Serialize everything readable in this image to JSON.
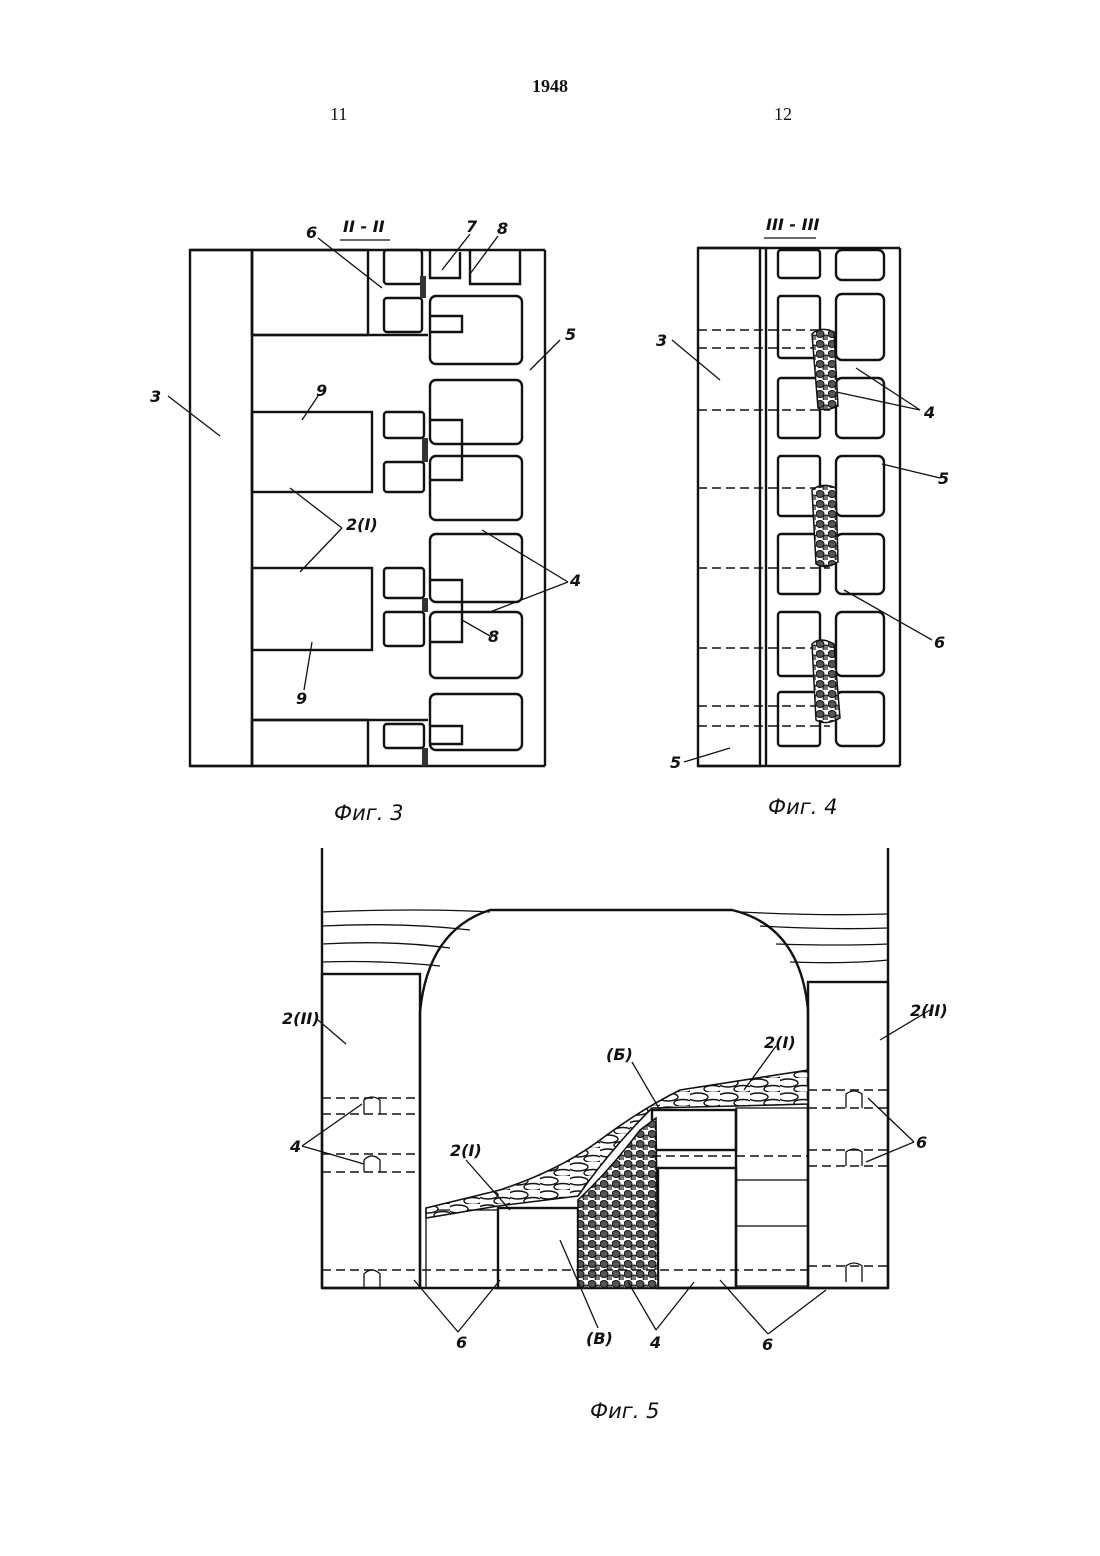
{
  "header": {
    "page_number": "1948",
    "column_left": "11",
    "column_right": "12"
  },
  "fig3": {
    "section": "II - II",
    "caption": "Фиг. 3",
    "labels": {
      "l6": "6",
      "l7": "7",
      "l8a": "8",
      "l5": "5",
      "l3": "3",
      "l9a": "9",
      "l2": "2(I)",
      "l4": "4",
      "l8b": "8",
      "l9b": "9"
    }
  },
  "fig4": {
    "section": "III - III",
    "caption": "Фиг. 4",
    "labels": {
      "l3": "3",
      "l4": "4",
      "l5a": "5",
      "l6": "6",
      "l5b": "5"
    }
  },
  "fig5": {
    "caption": "Фиг. 5",
    "labels": {
      "l2II_left": "2(II)",
      "l2II_right": "2(II)",
      "lB": "(Б)",
      "l2I_upper": "2(I)",
      "l2I_lower": "2(I)",
      "l4_left": "4",
      "l6_right": "6",
      "l6_bottom_left": "6",
      "lV": "(В)",
      "l4_bottom": "4",
      "l6_bottom_right": "6"
    }
  }
}
